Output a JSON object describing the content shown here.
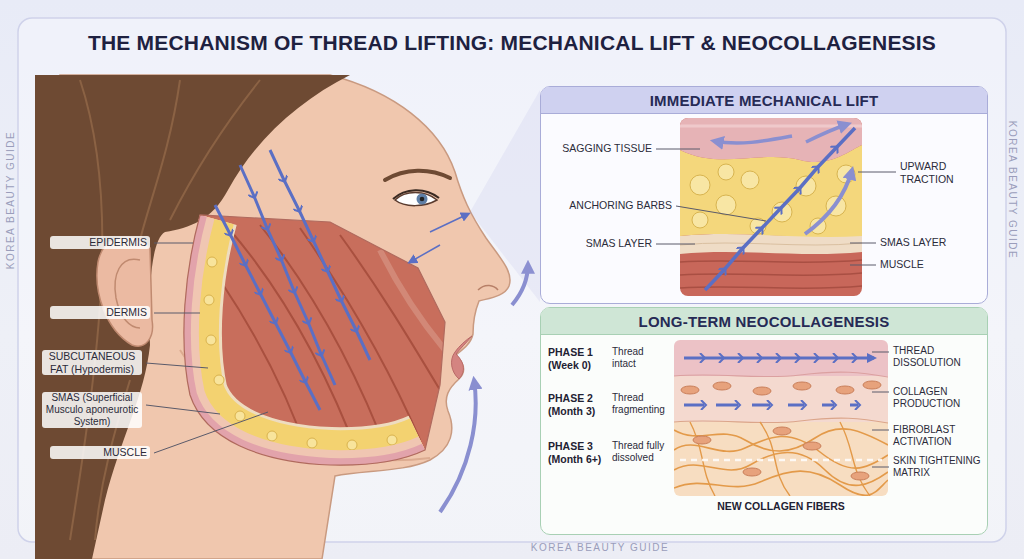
{
  "diagram": {
    "title": "THE MECHANISM OF THREAD LIFTING: MECHANICAL LIFT & NEOCOLLAGENESIS",
    "nodes": [
      {
        "text": [
          "IMMEDIATE MECHANICAL LIFT"
        ]
      },
      {
        "text": [
          "LONG-TERM NEOCOLLAGENESIS"
        ]
      }
    ],
    "labels": [
      "EPIDERMIS",
      "DERMIS",
      "SUBCUTANEOUS FAT (Hypodermis)",
      "SMAS (Superficial Musculo aponeurotic System)",
      "MUSCLE",
      "SAGGING TISSUE",
      "ANCHORING BARBS",
      "SMAS LAYER",
      "UPWARD TRACTION",
      "SMAS LAYER",
      "MUSCLE",
      "PHASE 1 (Week 0)",
      "Thread intact",
      "PHASE 2 (Month 3)",
      "Thread fragmenting",
      "PHASE 3 (Month 6+)",
      "Thread fully dissolved",
      "THREAD DISSOLUTION",
      "COLLAGEN PRODUCTION",
      "FIBROBLAST ACTIVATION",
      "SKIN TIGHTENING MATRIX",
      "NEW COLLAGEN FIBERS",
      "KOREA BEAUTY GUIDE",
      "KOREA BEAUTY GUIDE",
      "KOREA BEAUTY GUIDE"
    ]
  }
}
